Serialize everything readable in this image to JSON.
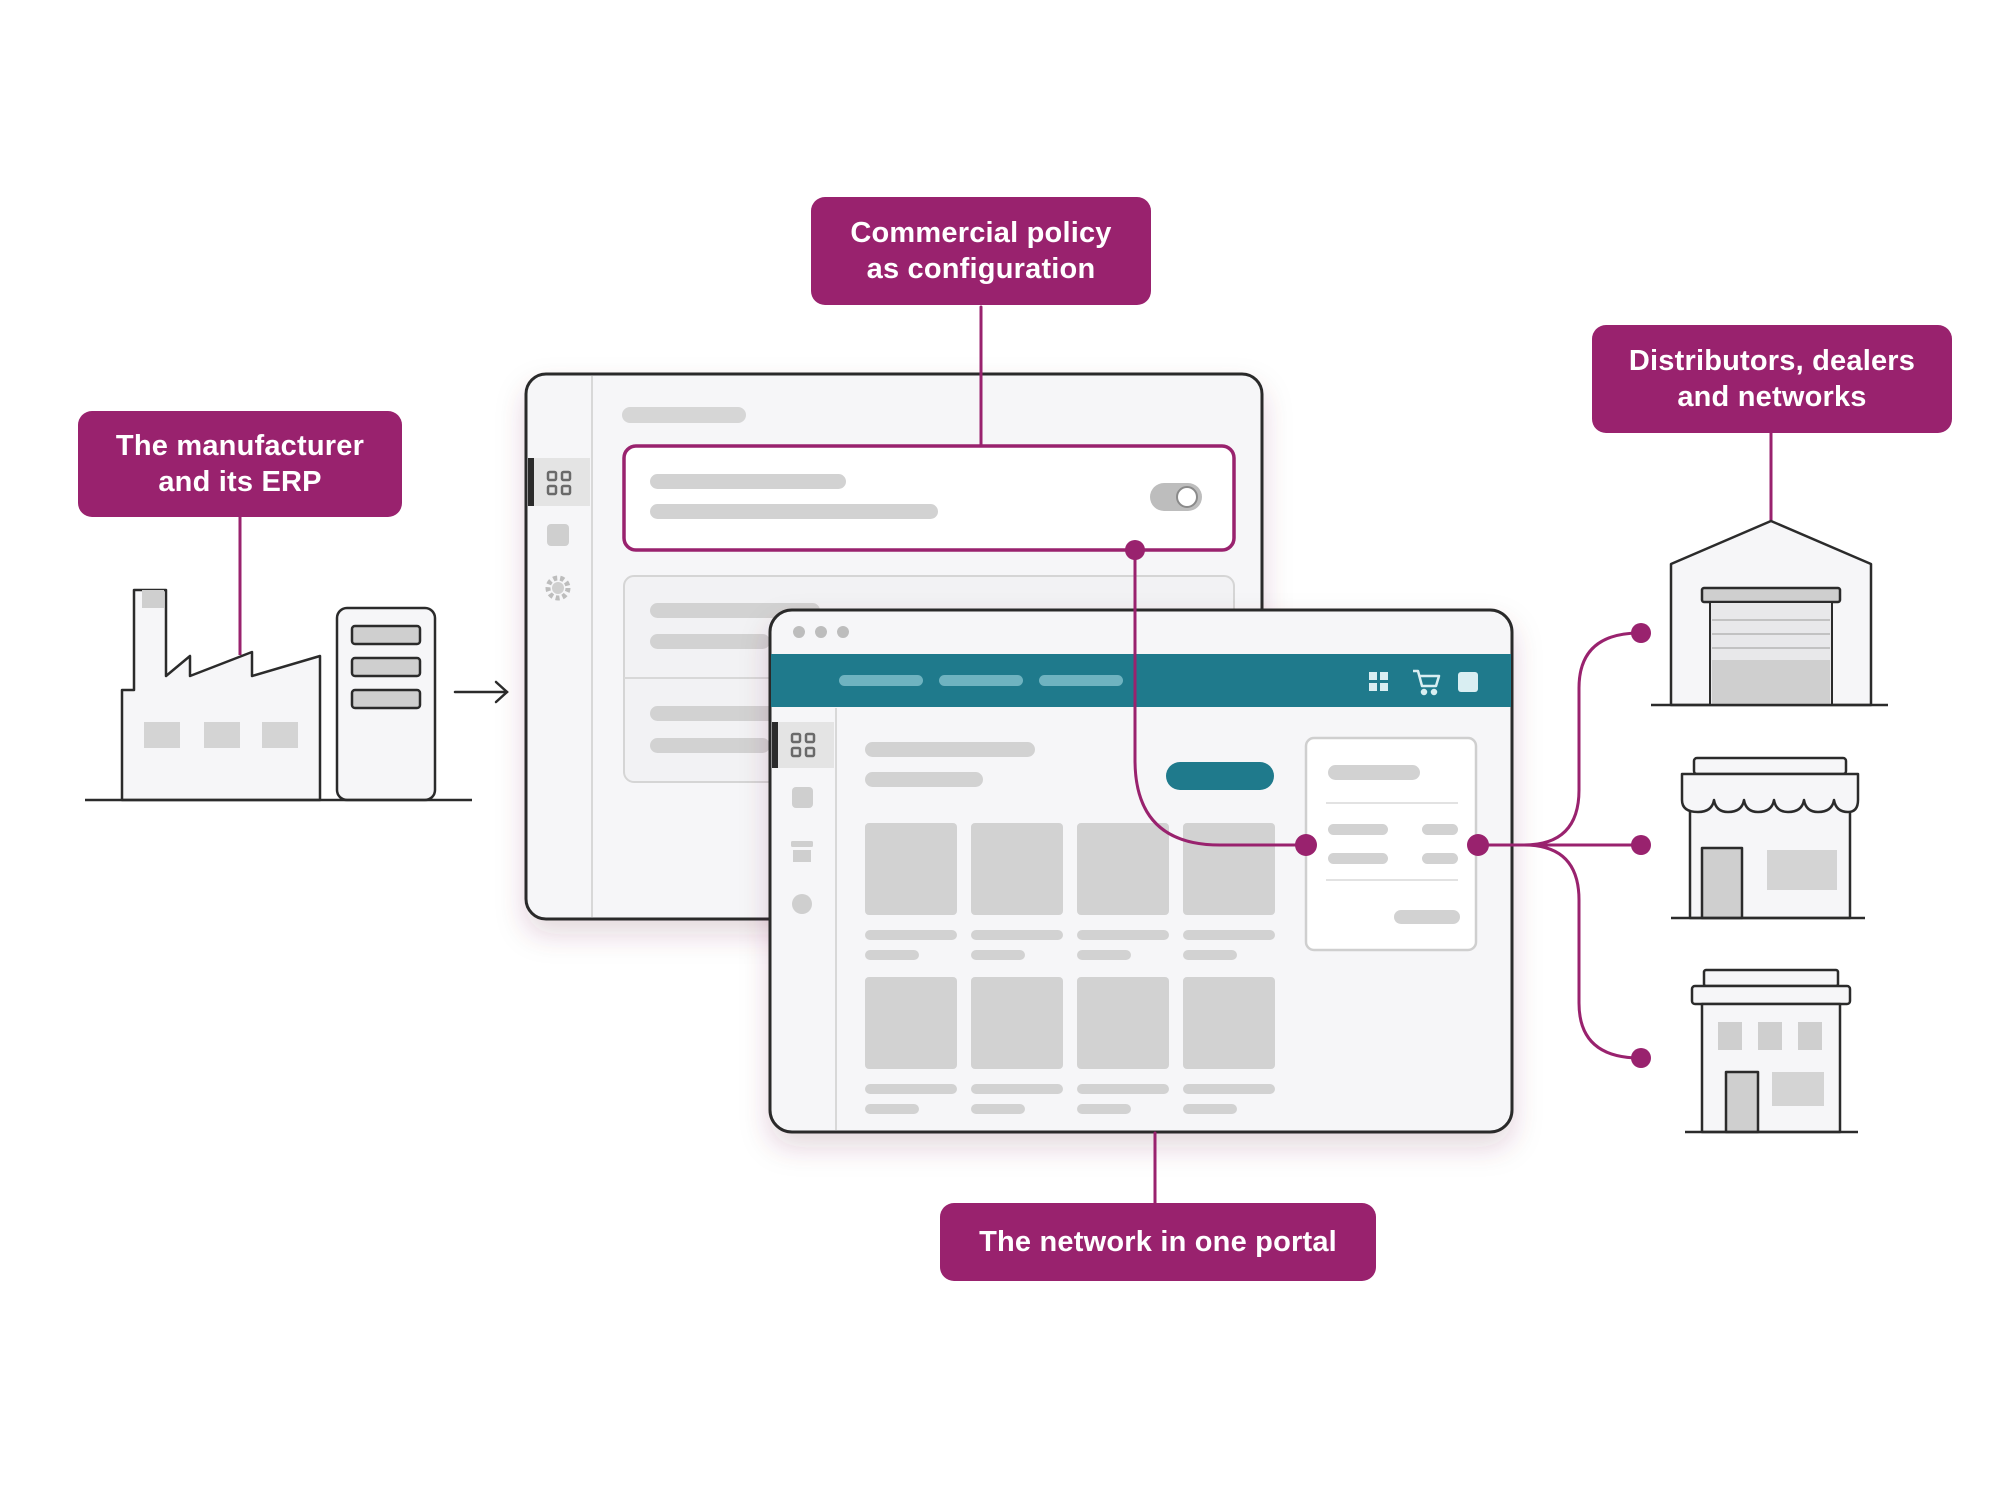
{
  "labels": {
    "manufacturer": "The manufacturer\nand its ERP",
    "policy": "Commercial policy\nas configuration",
    "distributors": "Distributors, dealers\nand networks",
    "portal": "The network in one portal"
  },
  "icons": {
    "factory": "factory-icon",
    "server": "server-icon",
    "arrow": "arrow-right-icon",
    "warehouse": "warehouse-icon",
    "shop": "shop-icon",
    "office": "building-icon",
    "grid": "grid-icon",
    "cart": "cart-icon",
    "gear": "gear-icon",
    "store": "store-icon"
  },
  "colors": {
    "accent": "#99226e",
    "teal": "#1f7a8c",
    "outline": "#2b2b2b",
    "placeholder": "#cfcfcf",
    "panel": "#f6f6f8"
  }
}
